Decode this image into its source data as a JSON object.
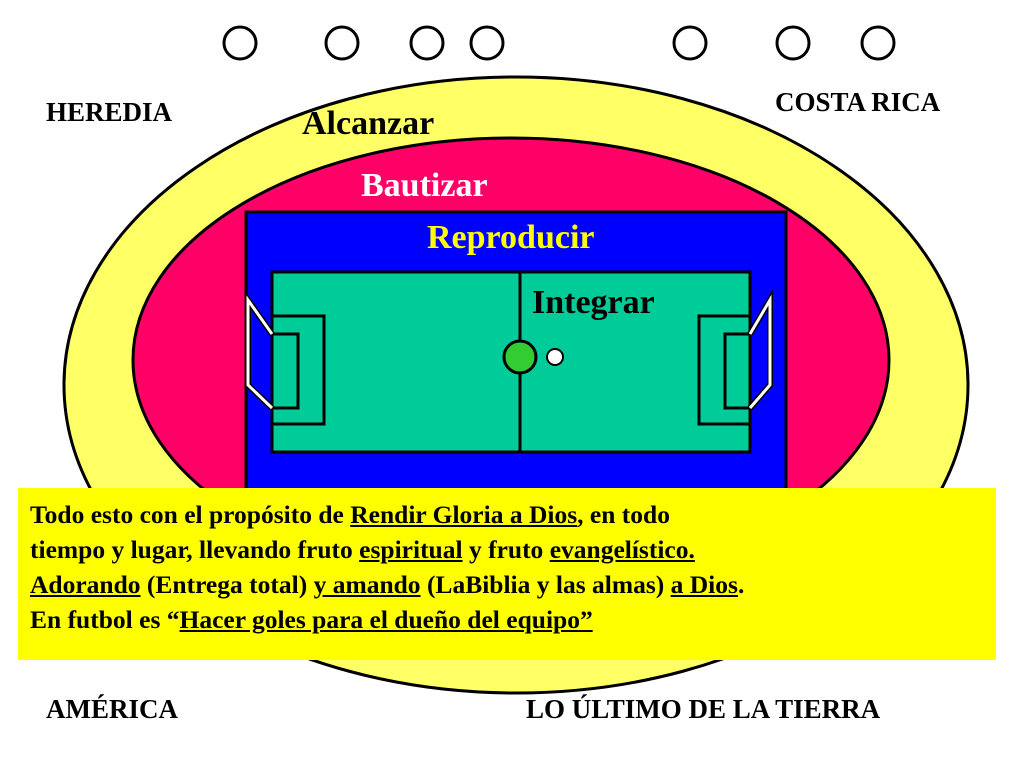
{
  "labels": {
    "heredia": "HEREDIA",
    "costa_rica": "COSTA RICA",
    "america": "AMÉRICA",
    "ultimo": "LO ÚLTIMO DE LA TIERRA",
    "alcanzar": "Alcanzar",
    "bautizar": "Bautizar",
    "reproducir": "Reproducir",
    "integrar": "Integrar"
  },
  "colors": {
    "outer_ring": "#ffff66",
    "middle_ring": "#ff0066",
    "inner_field": "#0000ff",
    "pitch": "#00cc99",
    "ball": "#33cc33",
    "callout_bg": "#ffff00",
    "heading_white": "#ffffff",
    "heading_yellow": "#ffff00",
    "heading_black": "#000000"
  },
  "callout": {
    "l1_a": "Todo esto con el propósito de ",
    "l1_b": "Rendir Gloria a Dios",
    "l1_c": ", en todo",
    "l2_a": "tiempo y lugar, llevando fruto ",
    "l2_b": "espiritual",
    "l2_c": " y fruto ",
    "l2_d": "evangelístico.",
    "l3_a": "Adorando",
    "l3_b": " (Entrega total) ",
    "l3_c": "y amando",
    "l3_d": " (LaBiblia y las almas) ",
    "l3_e": "a Dios",
    "l3_f": ".",
    "l4_a": "En futbol es “",
    "l4_b": "Hacer goles para el dueño del equipo”"
  }
}
